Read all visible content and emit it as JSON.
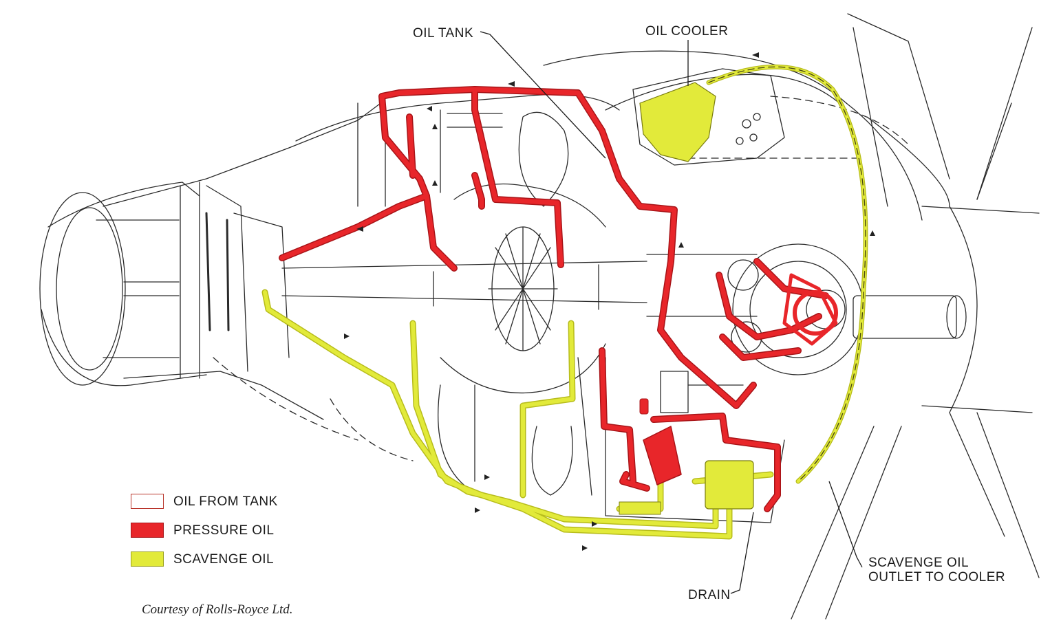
{
  "labels": {
    "oil_tank": "OIL TANK",
    "oil_cooler": "OIL COOLER",
    "scavenge_outlet_line1": "SCAVENGE OIL",
    "scavenge_outlet_line2": "OUTLET TO COOLER",
    "drain": "DRAIN"
  },
  "legend": {
    "items": [
      {
        "label": "OIL FROM TANK",
        "color": "#ffffff"
      },
      {
        "label": "PRESSURE OIL",
        "color": "#e8262a"
      },
      {
        "label": "SCAVENGE OIL",
        "color": "#e2ea3a"
      }
    ]
  },
  "credit": "Courtesy of Rolls-Royce Ltd.",
  "colors": {
    "pressure": "#e8262a",
    "scavenge": "#e2ea3a",
    "outline": "#2a2a2a"
  }
}
